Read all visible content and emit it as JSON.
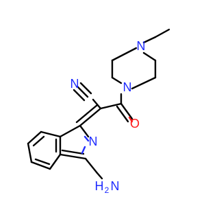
{
  "molecule": {
    "atoms": {
      "piperazine_n_top": "N",
      "piperazine_n_bottom": "N",
      "nitrile_n": "N",
      "carbonyl_o": "O",
      "ring_n": "N",
      "amino_n": "N",
      "amino_h": "H",
      "amino_h_sub": "2"
    },
    "colors": {
      "bond": "#000000",
      "nitrogen": "#1f2cff",
      "oxygen": "#ff1a1a"
    }
  }
}
